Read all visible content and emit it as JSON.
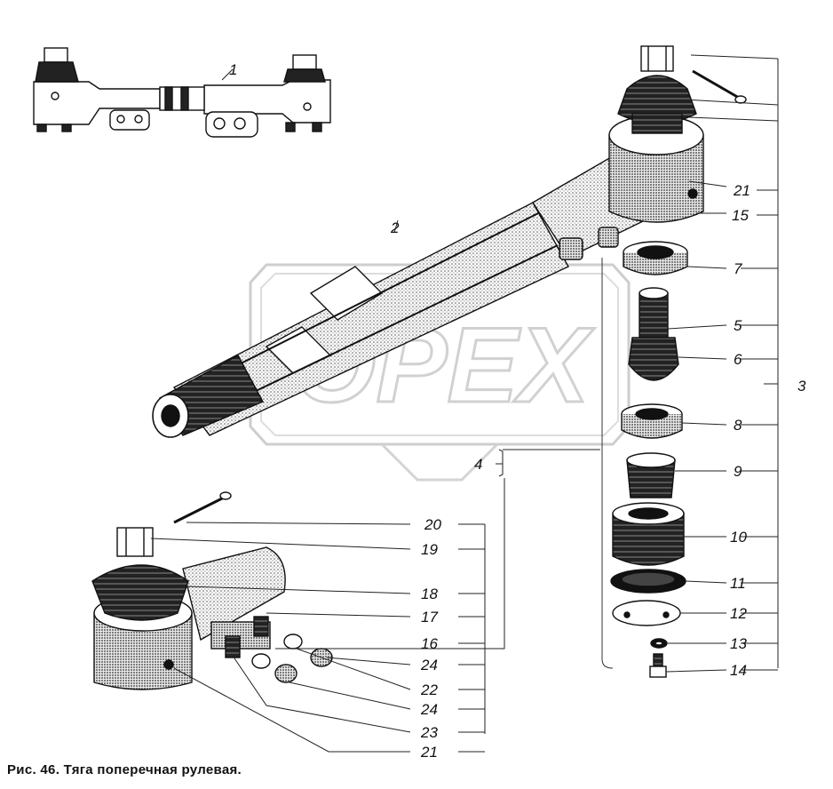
{
  "caption": "Рис. 46. Тяга поперечная рулевая.",
  "watermark": "ОРЕХ",
  "colors": {
    "ink": "#111111",
    "watermark": "#cfcfcf",
    "shade": "#9a9a9a"
  },
  "callouts": [
    {
      "id": "c1",
      "text": "1"
    },
    {
      "id": "c2",
      "text": "2"
    },
    {
      "id": "c3",
      "text": "3"
    },
    {
      "id": "c4",
      "text": "4"
    },
    {
      "id": "c21a",
      "text": "21"
    },
    {
      "id": "c15",
      "text": "15"
    },
    {
      "id": "c7",
      "text": "7"
    },
    {
      "id": "c5",
      "text": "5"
    },
    {
      "id": "c6",
      "text": "6"
    },
    {
      "id": "c8",
      "text": "8"
    },
    {
      "id": "c9",
      "text": "9"
    },
    {
      "id": "c10",
      "text": "10"
    },
    {
      "id": "c11",
      "text": "11"
    },
    {
      "id": "c12",
      "text": "12"
    },
    {
      "id": "c13",
      "text": "13"
    },
    {
      "id": "c14",
      "text": "14"
    },
    {
      "id": "c20",
      "text": "20"
    },
    {
      "id": "c19",
      "text": "19"
    },
    {
      "id": "c18",
      "text": "18"
    },
    {
      "id": "c17",
      "text": "17"
    },
    {
      "id": "c16",
      "text": "16"
    },
    {
      "id": "c24a",
      "text": "24"
    },
    {
      "id": "c22",
      "text": "22"
    },
    {
      "id": "c24b",
      "text": "24"
    },
    {
      "id": "c23",
      "text": "23"
    },
    {
      "id": "c21b",
      "text": "21"
    }
  ]
}
